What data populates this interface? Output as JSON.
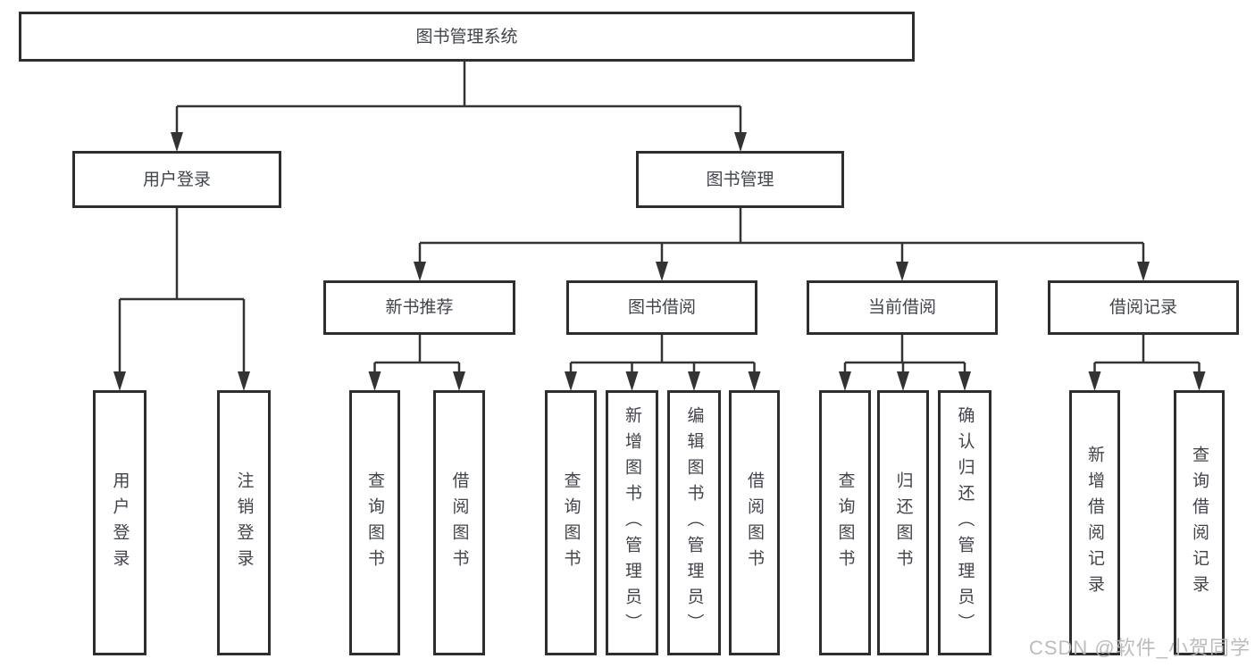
{
  "diagram": {
    "watermark": "CSDN @软件_小贺同学",
    "colors": {
      "line": "#333333",
      "box_border": "#2e2e2e",
      "box_fill": "#ffffff",
      "text": "#41444b",
      "watermark_text": "#b6b6b6"
    },
    "tree": {
      "label": "图书管理系统",
      "children": [
        {
          "label": "用户登录",
          "children": [
            {
              "label": "用户登录"
            },
            {
              "label": "注销登录"
            }
          ]
        },
        {
          "label": "图书管理",
          "children": [
            {
              "label": "新书推荐",
              "children": [
                {
                  "label": "查询图书"
                },
                {
                  "label": "借阅图书"
                }
              ]
            },
            {
              "label": "图书借阅",
              "children": [
                {
                  "label": "查询图书"
                },
                {
                  "label": "新增图书（管理员）"
                },
                {
                  "label": "编辑图书（管理员）"
                },
                {
                  "label": "借阅图书"
                }
              ]
            },
            {
              "label": "当前借阅",
              "children": [
                {
                  "label": "查询图书"
                },
                {
                  "label": "归还图书"
                },
                {
                  "label": "确认归还（管理员）"
                }
              ]
            },
            {
              "label": "借阅记录",
              "children": [
                {
                  "label": "新增借阅记录"
                },
                {
                  "label": "查询借阅记录"
                }
              ]
            }
          ]
        }
      ]
    }
  }
}
